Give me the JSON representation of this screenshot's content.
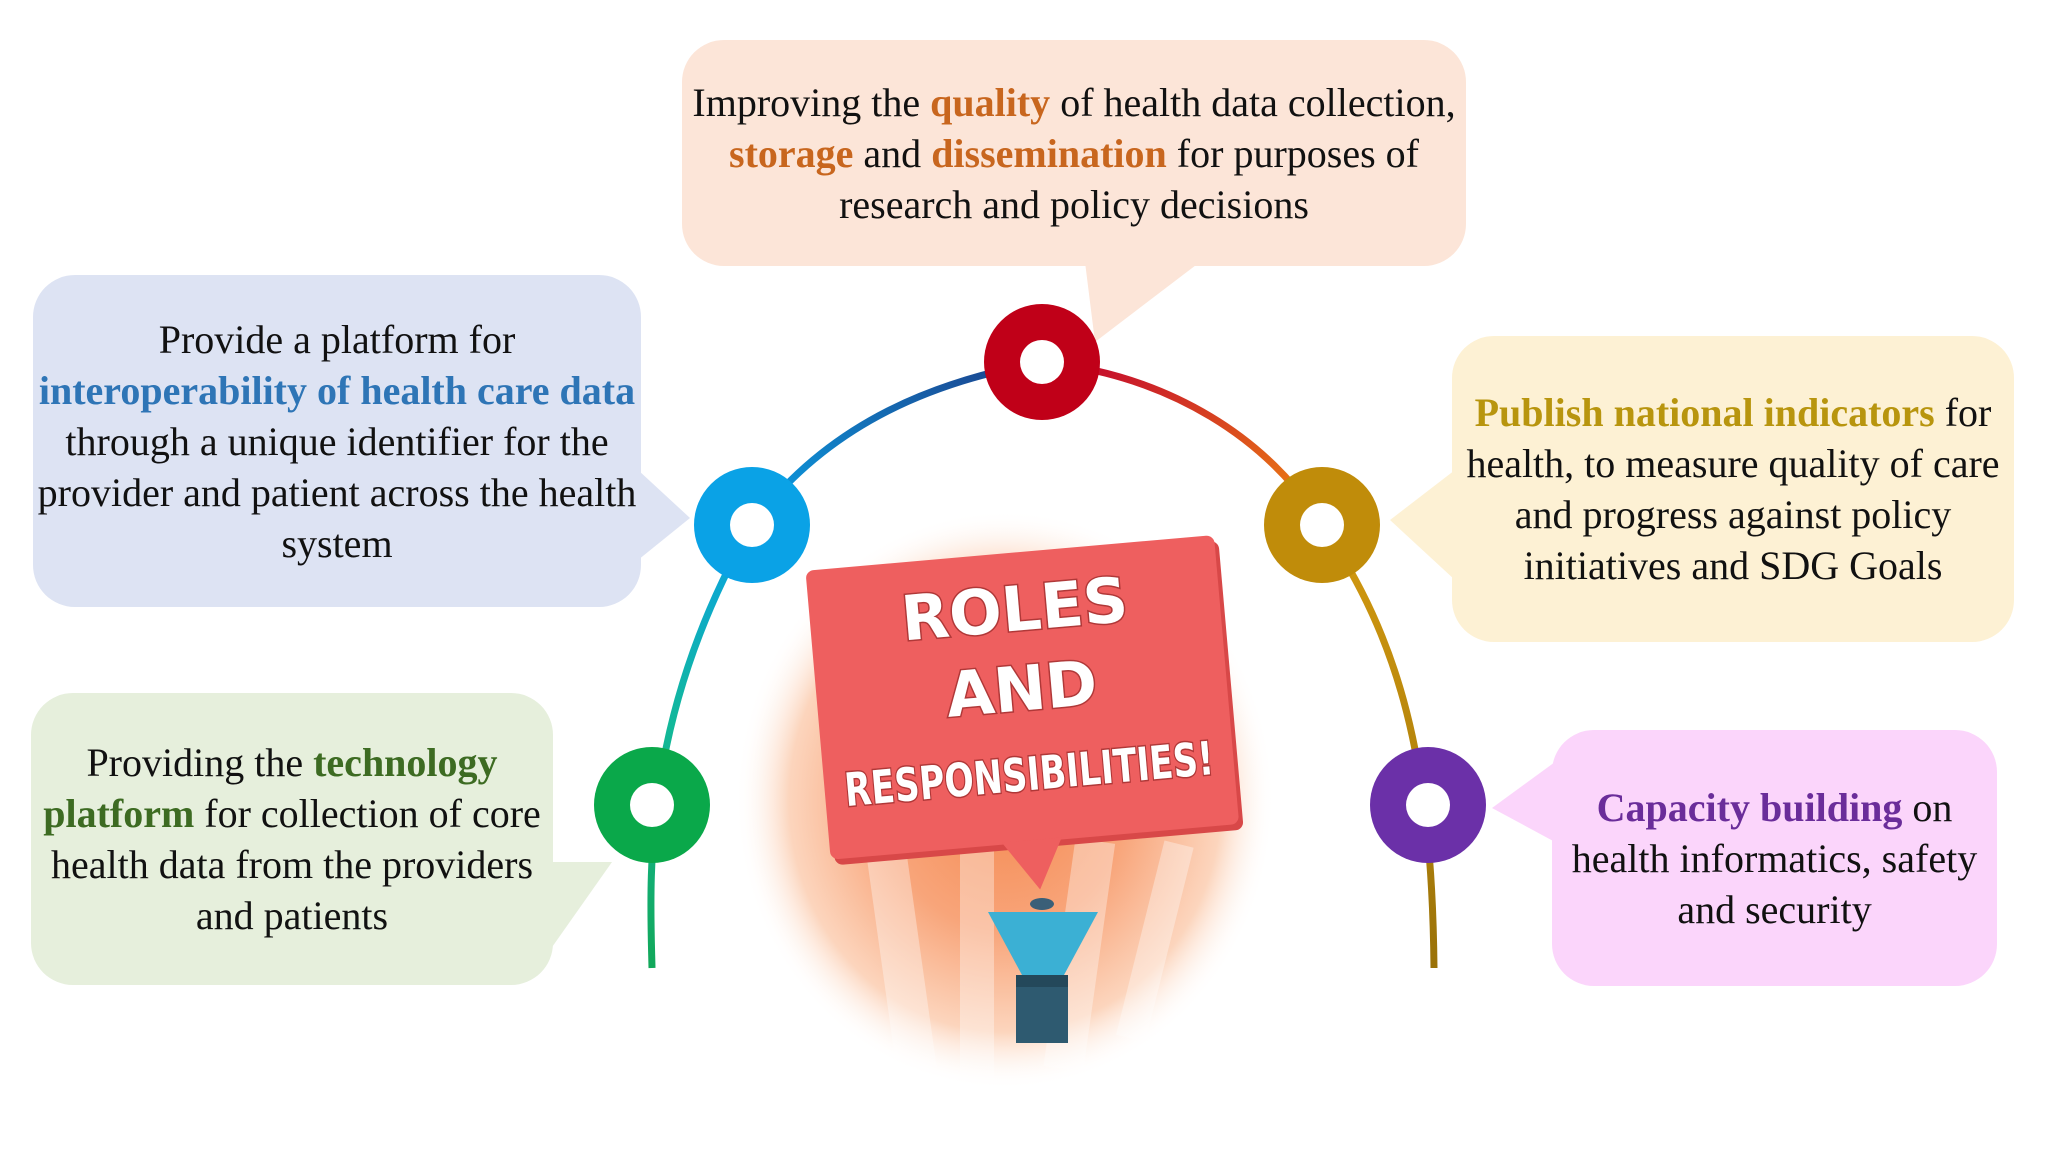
{
  "colors": {
    "top_bg": "#fce5d8",
    "top_highlight": "#c8661e",
    "left1_bg": "#dde3f3",
    "left1_highlight": "#2e75b6",
    "left2_bg": "#e6efdc",
    "left2_highlight": "#3d6b22",
    "right1_bg": "#fdf1d4",
    "right1_highlight": "#b8950e",
    "right2_bg": "#fbd5fb",
    "right2_highlight": "#6a2d9a",
    "node_red": "#c00018",
    "node_blue": "#0aa2e6",
    "node_gold": "#c08c0a",
    "node_green": "#0aa84a",
    "node_purple": "#6b30a8",
    "sign_fill": "#ee5f5f",
    "sign_text": "#ffffff",
    "megaphone": "#3bb0d4"
  },
  "sign": {
    "line1": "ROLES",
    "line2": "AND",
    "line3": "RESPONSIBILITIES!"
  },
  "top": {
    "t1": "Improving the ",
    "h1": "quality",
    "t2": " of health data collection, ",
    "h2": "storage",
    "t3": " and ",
    "h3": "dissemination",
    "t4": " for purposes of research and policy decisions"
  },
  "left1": {
    "t1": "Provide a platform for ",
    "h1": "interoperability of health care data",
    "t2": " through a unique identifier for the provider and patient across the health system"
  },
  "left2": {
    "t1": "Providing the ",
    "h1": "technology platform",
    "t2": " for collection of core health data from the providers and patients"
  },
  "right1": {
    "h1": "Publish national indicators",
    "t1": " for health, to measure quality of care and progress against policy initiatives and SDG Goals"
  },
  "right2": {
    "h1": "Capacity building",
    "t1": " on health informatics, safety and security"
  }
}
